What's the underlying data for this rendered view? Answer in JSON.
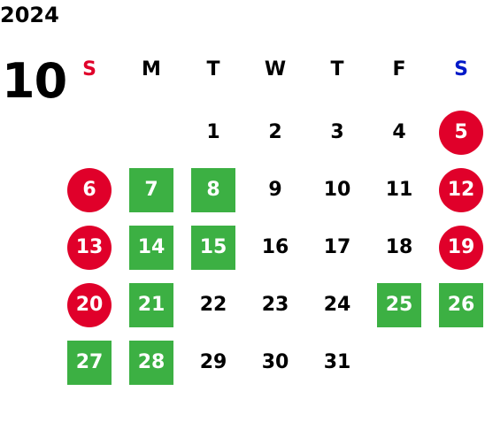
{
  "year": "2024",
  "month": "10",
  "colors": {
    "sunday_header": "#e0002a",
    "saturday_header": "#0019c8",
    "holiday_circle": "#e0002a",
    "green_box": "#3cb043"
  },
  "weekdays": [
    "S",
    "M",
    "T",
    "W",
    "T",
    "F",
    "S"
  ],
  "weeks": [
    [
      {
        "d": ""
      },
      {
        "d": ""
      },
      {
        "d": "1"
      },
      {
        "d": "2"
      },
      {
        "d": "3"
      },
      {
        "d": "4"
      },
      {
        "d": "5",
        "style": "red"
      }
    ],
    [
      {
        "d": "6",
        "style": "red"
      },
      {
        "d": "7",
        "style": "green"
      },
      {
        "d": "8",
        "style": "green"
      },
      {
        "d": "9"
      },
      {
        "d": "10"
      },
      {
        "d": "11"
      },
      {
        "d": "12",
        "style": "red"
      }
    ],
    [
      {
        "d": "13",
        "style": "red"
      },
      {
        "d": "14",
        "style": "green"
      },
      {
        "d": "15",
        "style": "green"
      },
      {
        "d": "16"
      },
      {
        "d": "17"
      },
      {
        "d": "18"
      },
      {
        "d": "19",
        "style": "red"
      }
    ],
    [
      {
        "d": "20",
        "style": "red"
      },
      {
        "d": "21",
        "style": "green"
      },
      {
        "d": "22"
      },
      {
        "d": "23"
      },
      {
        "d": "24"
      },
      {
        "d": "25",
        "style": "green"
      },
      {
        "d": "26",
        "style": "green"
      }
    ],
    [
      {
        "d": "27",
        "style": "green"
      },
      {
        "d": "28",
        "style": "green"
      },
      {
        "d": "29"
      },
      {
        "d": "30"
      },
      {
        "d": "31"
      },
      {
        "d": ""
      },
      {
        "d": ""
      }
    ]
  ]
}
